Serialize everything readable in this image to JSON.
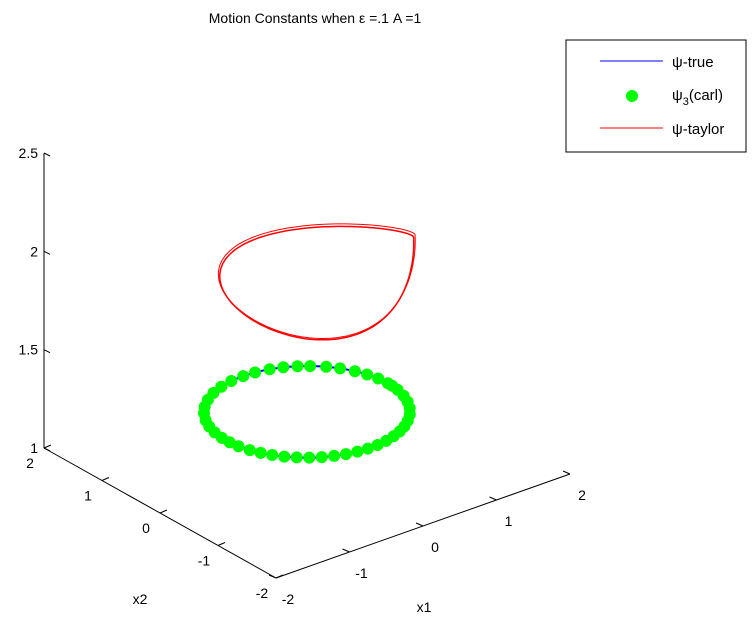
{
  "chart_data": {
    "type": "line3d",
    "title": "Motion Constants when ε =.1 A =1",
    "xlabel": "x1",
    "ylabel": "x2",
    "zlabel": "",
    "xlim": [
      -2,
      2
    ],
    "ylim": [
      -2,
      2
    ],
    "zlim": [
      1,
      2.5
    ],
    "x_ticks": [
      "-2",
      "-1",
      "0",
      "1",
      "2"
    ],
    "y_ticks": [
      "-2",
      "-1",
      "0",
      "1",
      "2"
    ],
    "z_ticks": [
      "1",
      "1.5",
      "2",
      "2.5"
    ],
    "grid": false,
    "legend_position": "top-right",
    "legend": [
      {
        "label_main": "ψ-true",
        "label_sub": ""
      },
      {
        "label_main": "ψ",
        "label_sub": "3",
        "label_tail": "(carl)"
      },
      {
        "label_main": "ψ-taylor",
        "label_sub": ""
      }
    ],
    "series": [
      {
        "name": "ψ-true",
        "style": "line",
        "color": "#0000ff",
        "shape": "circle",
        "radius": 1.1,
        "z": 1.25
      },
      {
        "name": "ψ3(carl)",
        "style": "markers",
        "color": "#00ff00",
        "shape": "circle",
        "radius": 1.1,
        "z": 1.25,
        "sample_angles_deg": [
          0,
          8,
          16,
          24,
          33,
          41,
          50,
          57,
          65,
          73,
          82,
          90,
          99,
          108,
          117,
          126,
          135,
          143,
          152,
          160,
          168,
          176,
          183,
          190,
          198,
          205,
          212,
          219,
          226,
          233,
          240,
          247,
          254,
          261,
          268,
          275,
          282,
          289,
          296,
          303,
          310,
          318,
          326,
          334,
          342,
          350,
          356
        ]
      },
      {
        "name": "ψ-taylor",
        "style": "line",
        "color": "#ff0000",
        "shape": "teardrop",
        "z_mean": 1.9,
        "z_amplitude": 0.08
      }
    ]
  }
}
